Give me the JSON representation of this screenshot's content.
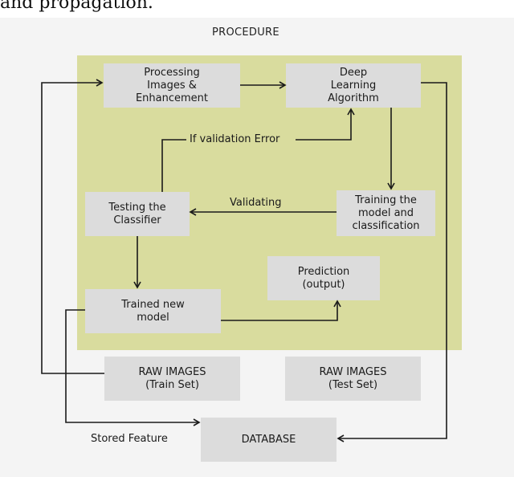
{
  "caption": "and propagation.",
  "title": "PROCEDURE",
  "nodes": {
    "processing": "Processing\nImages &\nEnhancement",
    "deep_learning": "Deep\nLearning\nAlgorithm",
    "testing": "Testing the\nClassifier",
    "training": "Training the\nmodel and\nclassification",
    "prediction": "Prediction\n(output)",
    "trained": "Trained new\nmodel",
    "raw_train": "RAW IMAGES\n(Train Set)",
    "raw_test": "RAW IMAGES\n(Test Set)",
    "database": "DATABASE"
  },
  "edge_labels": {
    "validation_error": "If validation Error",
    "validating": "Validating",
    "stored_feature": "Stored Feature"
  },
  "colors": {
    "panel": "#d9dc9e",
    "node": "#dcdcdc",
    "canvas": "#f4f4f4",
    "edge": "#1a1a1a"
  }
}
